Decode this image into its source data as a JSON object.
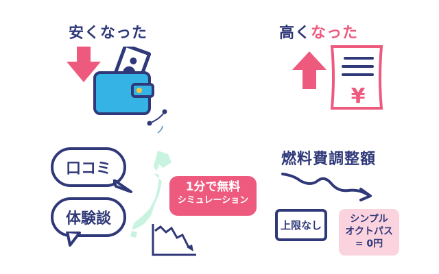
{
  "left_panel": {
    "title": "安くなった",
    "arrow": "down-arrow",
    "illustration": "wallet-with-cash"
  },
  "right_panel": {
    "title_part1": "高く",
    "title_part2": "なった",
    "arrow": "up-arrow",
    "illustration": "invoice-yen"
  },
  "bubbles": [
    {
      "label": "口コミ"
    },
    {
      "label": "体験談"
    }
  ],
  "simulation_badge": {
    "line1": "1分で無料",
    "line2": "シミュレーション"
  },
  "fuel_section": {
    "title": "燃料費調整額",
    "limit_box": "上限なし",
    "plan_box": {
      "line1": "シンプル",
      "line2": "オクトパス",
      "line3": "= 0円"
    }
  },
  "colors": {
    "navy": "#2f3878",
    "pink": "#ee5a7e",
    "wallet_blue": "#34b3e4",
    "map_mint": "#c8f3e0",
    "light_pink": "#fbd3df"
  }
}
